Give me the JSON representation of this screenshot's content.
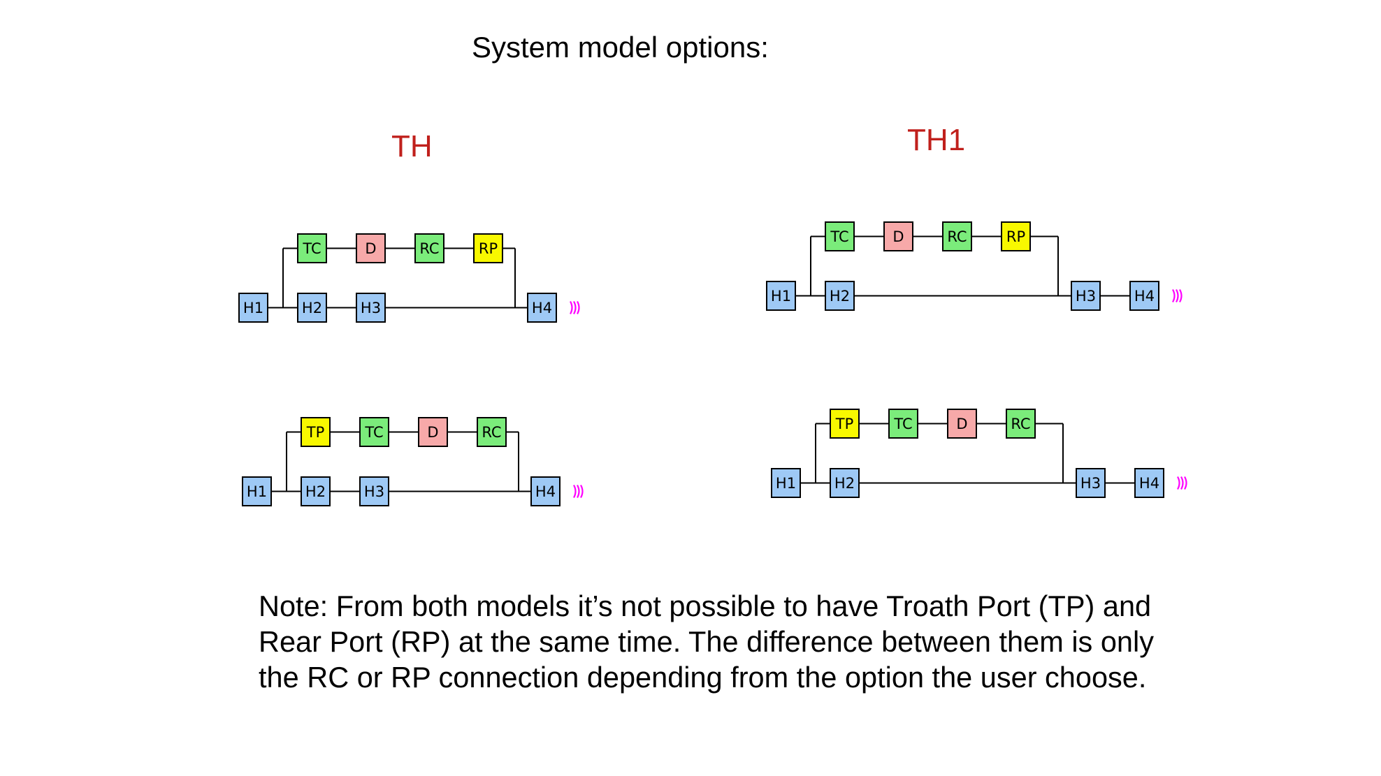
{
  "title": "System model options:",
  "colors": {
    "model_title": "#c0201c",
    "H": "#9ec9f5",
    "TC": "#7bec7b",
    "RC": "#7bec7b",
    "D": "#f7a9a9",
    "RP": "#f8f800",
    "TP": "#f8f800",
    "signal": "#ff00ff"
  },
  "models": [
    {
      "name": "TH",
      "variants": [
        {
          "top_row": [
            "TC",
            "D",
            "RC",
            "RP"
          ],
          "bottom_row": [
            "H1",
            "H2",
            "H3",
            "H4"
          ],
          "signal_icon": "wireless-signal-icon"
        },
        {
          "top_row": [
            "TP",
            "TC",
            "D",
            "RC"
          ],
          "bottom_row": [
            "H1",
            "H2",
            "H3",
            "H4"
          ],
          "signal_icon": "wireless-signal-icon"
        }
      ]
    },
    {
      "name": "TH1",
      "variants": [
        {
          "top_row": [
            "TC",
            "D",
            "RC",
            "RP"
          ],
          "bottom_row": [
            "H1",
            "H2",
            "H3",
            "H4"
          ],
          "signal_icon": "wireless-signal-icon"
        },
        {
          "top_row": [
            "TP",
            "TC",
            "D",
            "RC"
          ],
          "bottom_row": [
            "H1",
            "H2",
            "H3",
            "H4"
          ],
          "signal_icon": "wireless-signal-icon"
        }
      ]
    }
  ],
  "note": "Note: From both models it’s not possible to have Troath Port (TP) and Rear Port (RP) at the same time. The difference between them is only the RC or RP connection depending from the option the user choose."
}
